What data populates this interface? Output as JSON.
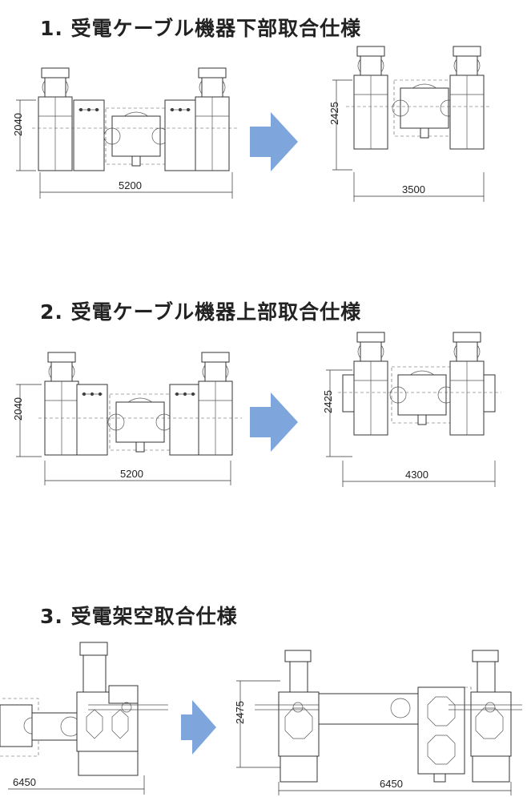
{
  "sections": [
    {
      "title": "1. 受電ケーブル機器下部取合仕様",
      "before": {
        "height_dim": "2040",
        "width_dim": "5200"
      },
      "after": {
        "height_dim": "2425",
        "width_dim": "3500"
      }
    },
    {
      "title": "2. 受電ケーブル機器上部取合仕様",
      "before": {
        "height_dim": "2040",
        "width_dim": "5200"
      },
      "after": {
        "height_dim": "2425",
        "width_dim": "4300"
      }
    },
    {
      "title": "3. 受電架空取合仕様",
      "before": {
        "width_dim": "6450"
      },
      "after": {
        "height_dim": "2475",
        "width_dim": "6450"
      }
    }
  ],
  "colors": {
    "arrow": "#7ea6dc",
    "line": "#333333"
  }
}
